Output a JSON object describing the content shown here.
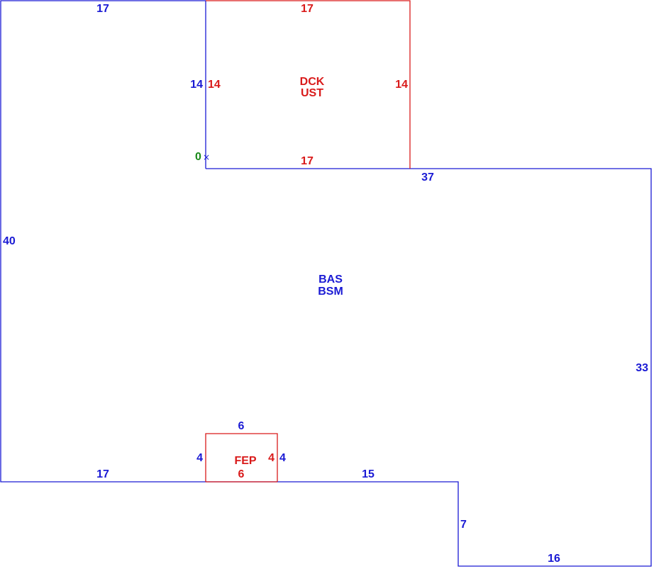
{
  "colors": {
    "main": "#1a1ad4",
    "addition": "#d91a1a",
    "origin": "#1a8a1a"
  },
  "main_area": {
    "codes": [
      "BAS",
      "BSM"
    ],
    "sides": {
      "top_left": "17",
      "left": "40",
      "bottom_left": "17",
      "bottom_mid": "15",
      "step_down": "7",
      "bottom_right": "16",
      "right": "33",
      "top_right": "37",
      "notch_left": "14"
    }
  },
  "deck_area": {
    "codes": [
      "DCK",
      "UST"
    ],
    "sides": {
      "top": "17",
      "left": "14",
      "right": "14",
      "bottom": "17"
    }
  },
  "fireplace_area": {
    "code": "FEP",
    "sides": {
      "top": "6",
      "left": "4",
      "right": "4",
      "bottom": "6",
      "outer_right": "4"
    }
  },
  "origin_marker": {
    "label": "0",
    "symbol": "×"
  }
}
